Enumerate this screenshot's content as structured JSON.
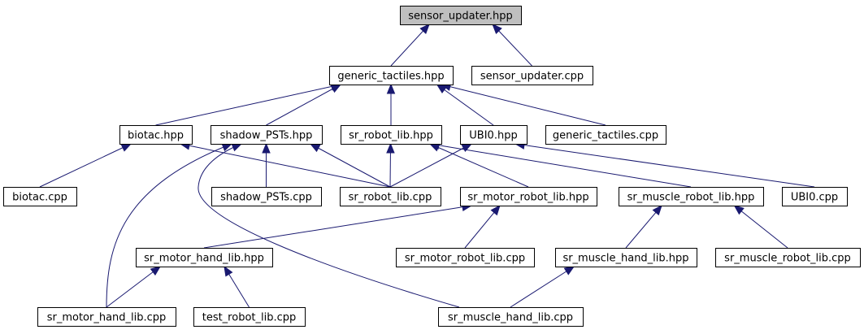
{
  "colors": {
    "edge": "#191970",
    "node_fill": "#ffffff",
    "highlight_fill": "#bfbfbf",
    "border": "#000000"
  },
  "nodes": [
    {
      "id": "sensor_updater_hpp",
      "label": "sensor_updater.hpp",
      "highlighted": true
    },
    {
      "id": "generic_tactiles_hpp",
      "label": "generic_tactiles.hpp"
    },
    {
      "id": "sensor_updater_cpp",
      "label": "sensor_updater.cpp"
    },
    {
      "id": "biotac_hpp",
      "label": "biotac.hpp"
    },
    {
      "id": "shadow_psts_hpp",
      "label": "shadow_PSTs.hpp"
    },
    {
      "id": "sr_robot_lib_hpp",
      "label": "sr_robot_lib.hpp"
    },
    {
      "id": "ubi0_hpp",
      "label": "UBI0.hpp"
    },
    {
      "id": "generic_tactiles_cpp",
      "label": "generic_tactiles.cpp"
    },
    {
      "id": "biotac_cpp",
      "label": "biotac.cpp"
    },
    {
      "id": "shadow_psts_cpp",
      "label": "shadow_PSTs.cpp"
    },
    {
      "id": "sr_robot_lib_cpp",
      "label": "sr_robot_lib.cpp"
    },
    {
      "id": "sr_motor_robot_lib_hpp",
      "label": "sr_motor_robot_lib.hpp"
    },
    {
      "id": "sr_muscle_robot_lib_hpp",
      "label": "sr_muscle_robot_lib.hpp"
    },
    {
      "id": "ubi0_cpp",
      "label": "UBI0.cpp"
    },
    {
      "id": "sr_motor_hand_lib_hpp",
      "label": "sr_motor_hand_lib.hpp"
    },
    {
      "id": "sr_motor_robot_lib_cpp",
      "label": "sr_motor_robot_lib.cpp"
    },
    {
      "id": "sr_muscle_hand_lib_hpp",
      "label": "sr_muscle_hand_lib.hpp"
    },
    {
      "id": "sr_muscle_robot_lib_cpp",
      "label": "sr_muscle_robot_lib.cpp"
    },
    {
      "id": "sr_motor_hand_lib_cpp",
      "label": "sr_motor_hand_lib.cpp"
    },
    {
      "id": "test_robot_lib_cpp",
      "label": "test_robot_lib.cpp"
    },
    {
      "id": "sr_muscle_hand_lib_cpp",
      "label": "sr_muscle_hand_lib.cpp"
    }
  ],
  "edges": [
    {
      "from": "generic_tactiles_hpp",
      "to": "sensor_updater_hpp"
    },
    {
      "from": "sensor_updater_cpp",
      "to": "sensor_updater_hpp"
    },
    {
      "from": "biotac_hpp",
      "to": "generic_tactiles_hpp"
    },
    {
      "from": "shadow_psts_hpp",
      "to": "generic_tactiles_hpp"
    },
    {
      "from": "sr_robot_lib_hpp",
      "to": "generic_tactiles_hpp"
    },
    {
      "from": "ubi0_hpp",
      "to": "generic_tactiles_hpp"
    },
    {
      "from": "generic_tactiles_cpp",
      "to": "generic_tactiles_hpp"
    },
    {
      "from": "biotac_cpp",
      "to": "biotac_hpp"
    },
    {
      "from": "sr_robot_lib_cpp",
      "to": "biotac_hpp"
    },
    {
      "from": "shadow_psts_cpp",
      "to": "shadow_psts_hpp"
    },
    {
      "from": "sr_robot_lib_cpp",
      "to": "shadow_psts_hpp"
    },
    {
      "from": "sr_motor_hand_lib_cpp",
      "to": "shadow_psts_hpp"
    },
    {
      "from": "sr_muscle_hand_lib_cpp",
      "to": "shadow_psts_hpp"
    },
    {
      "from": "sr_robot_lib_cpp",
      "to": "sr_robot_lib_hpp"
    },
    {
      "from": "sr_motor_robot_lib_hpp",
      "to": "sr_robot_lib_hpp"
    },
    {
      "from": "sr_muscle_robot_lib_hpp",
      "to": "sr_robot_lib_hpp"
    },
    {
      "from": "sr_robot_lib_cpp",
      "to": "ubi0_hpp"
    },
    {
      "from": "ubi0_cpp",
      "to": "ubi0_hpp"
    },
    {
      "from": "sr_motor_hand_lib_hpp",
      "to": "sr_motor_robot_lib_hpp"
    },
    {
      "from": "sr_motor_robot_lib_cpp",
      "to": "sr_motor_robot_lib_hpp"
    },
    {
      "from": "sr_muscle_hand_lib_hpp",
      "to": "sr_muscle_robot_lib_hpp"
    },
    {
      "from": "sr_muscle_robot_lib_cpp",
      "to": "sr_muscle_robot_lib_hpp"
    },
    {
      "from": "sr_motor_hand_lib_cpp",
      "to": "sr_motor_hand_lib_hpp"
    },
    {
      "from": "test_robot_lib_cpp",
      "to": "sr_motor_hand_lib_hpp"
    },
    {
      "from": "sr_muscle_hand_lib_cpp",
      "to": "sr_muscle_hand_lib_hpp"
    }
  ]
}
